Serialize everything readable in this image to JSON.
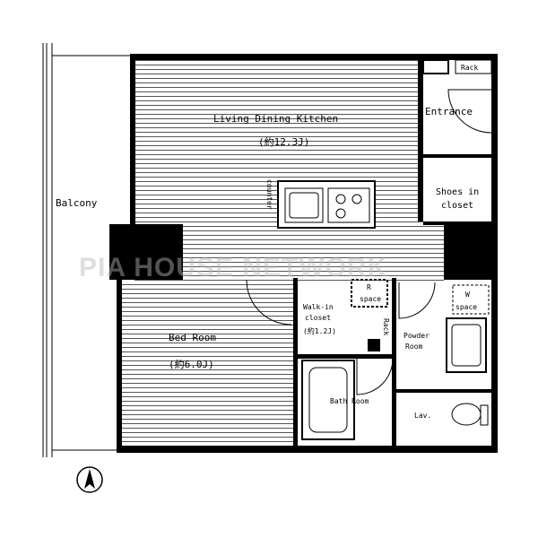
{
  "rooms": {
    "ldk_name": "Living Dining Kitchen",
    "ldk_size": "(約12.3J)",
    "balcony": "Balcony",
    "entrance": "Entrance",
    "rack_top": "Rack",
    "shoes_line1": "Shoes in",
    "shoes_line2": "closet",
    "counter": "counter",
    "bedroom_name": "Bed Room",
    "bedroom_size": "(約6.0J)",
    "walkin_line1": "Walk-in",
    "walkin_line2": "closet",
    "walkin_size": "(約1.2J)",
    "r_space_line1": "R",
    "r_space_line2": "space",
    "rack_mid": "Rack",
    "powder_line1": "Powder",
    "powder_line2": "Room",
    "bath": "Bath Room",
    "lav": "Lav.",
    "w_space_line1": "W",
    "w_space_line2": "space"
  },
  "watermark": "PIA HOUSE NETWORK",
  "colors": {
    "wall": "#000000",
    "hatch": "#555555",
    "background": "#ffffff",
    "watermark": "#b8b8b8"
  },
  "icons": {
    "north_arrow": "north-arrow-icon"
  }
}
